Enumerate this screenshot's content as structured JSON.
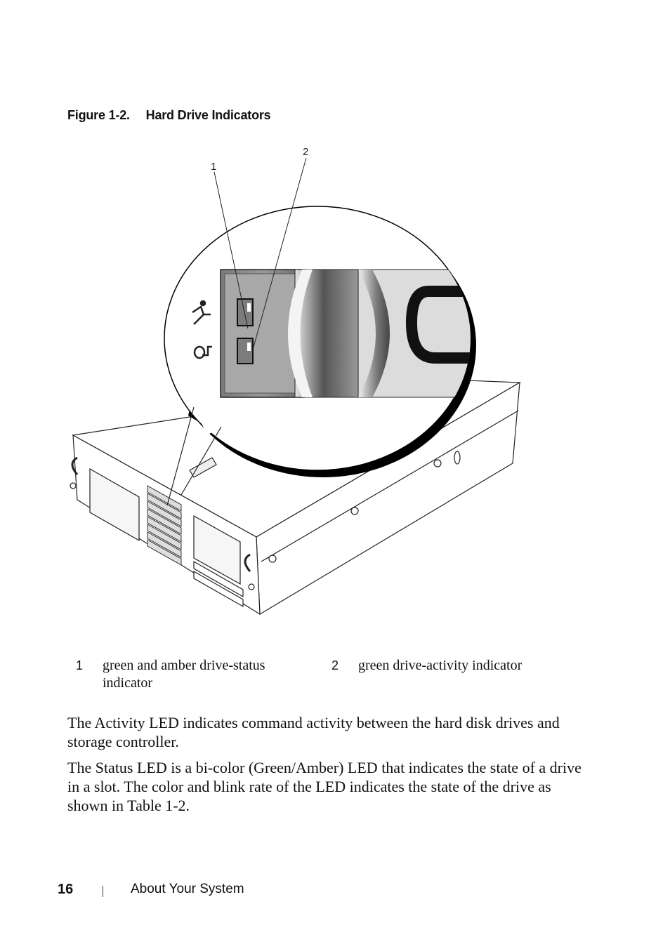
{
  "figure": {
    "number": "Figure 1-2.",
    "title": "Hard Drive Indicators",
    "callout_label_1": "1",
    "callout_label_2": "2"
  },
  "callouts": [
    {
      "num": "1",
      "text": "green and amber drive-status indicator"
    },
    {
      "num": "2",
      "text": "green drive-activity indicator"
    }
  ],
  "paragraphs": [
    "The Activity LED indicates command activity between the hard disk drives and storage controller.",
    "The Status LED is a bi-color (Green/Amber) LED that indicates the state of a drive in a slot. The color and blink rate of the LED indicates the state of the drive as shown in Table 1-2."
  ],
  "footer": {
    "page_number": "16",
    "section": "About Your System"
  }
}
